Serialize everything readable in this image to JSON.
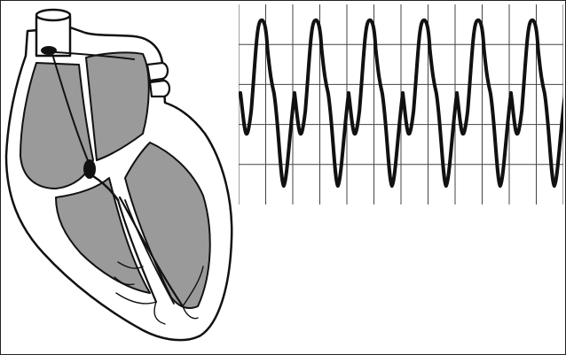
{
  "colors": {
    "outline": "#111111",
    "chamber_fill": "#9a9a9a",
    "background": "#ffffff",
    "grid": "#444444",
    "trace": "#111111"
  },
  "heart": {
    "icon": "heart-conduction-system-icon"
  },
  "ecg": {
    "icon": "ecg-strip-icon",
    "grid_columns": 12,
    "grid_rows": 5,
    "complex_count": 6
  }
}
